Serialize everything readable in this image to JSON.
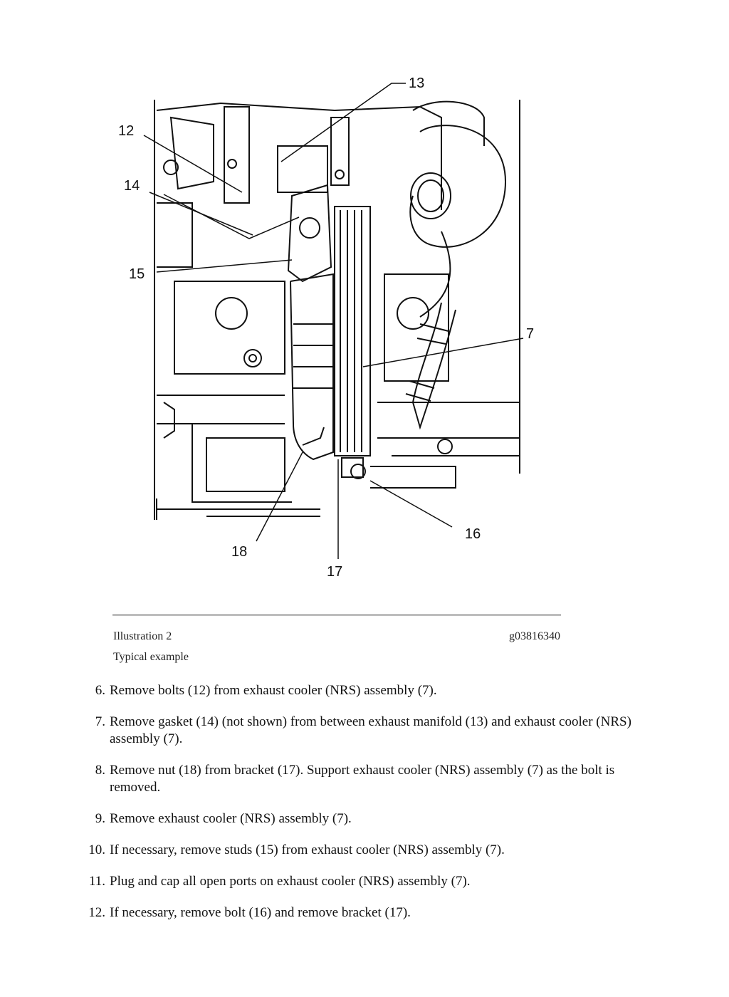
{
  "figure": {
    "callouts": [
      "13",
      "12",
      "14",
      "15",
      "7",
      "16",
      "18",
      "17"
    ]
  },
  "caption": {
    "illustration": "Illustration 2",
    "id": "g03816340",
    "subtitle": "Typical example"
  },
  "steps": [
    {
      "num": "6.",
      "text": "Remove bolts (12) from exhaust cooler (NRS) assembly (7)."
    },
    {
      "num": "7.",
      "text": "Remove gasket (14) (not shown) from between exhaust manifold (13) and exhaust cooler (NRS) assembly (7)."
    },
    {
      "num": "8.",
      "text": "Remove nut (18) from bracket (17). Support exhaust cooler (NRS) assembly (7) as the bolt is removed."
    },
    {
      "num": "9.",
      "text": "Remove exhaust cooler (NRS) assembly (7)."
    },
    {
      "num": "10.",
      "text": "If necessary, remove studs (15) from exhaust cooler (NRS) assembly (7)."
    },
    {
      "num": "11.",
      "text": "Plug and cap all open ports on exhaust cooler (NRS) assembly (7)."
    },
    {
      "num": "12.",
      "text": "If necessary, remove bolt (16) and remove bracket (17)."
    }
  ]
}
